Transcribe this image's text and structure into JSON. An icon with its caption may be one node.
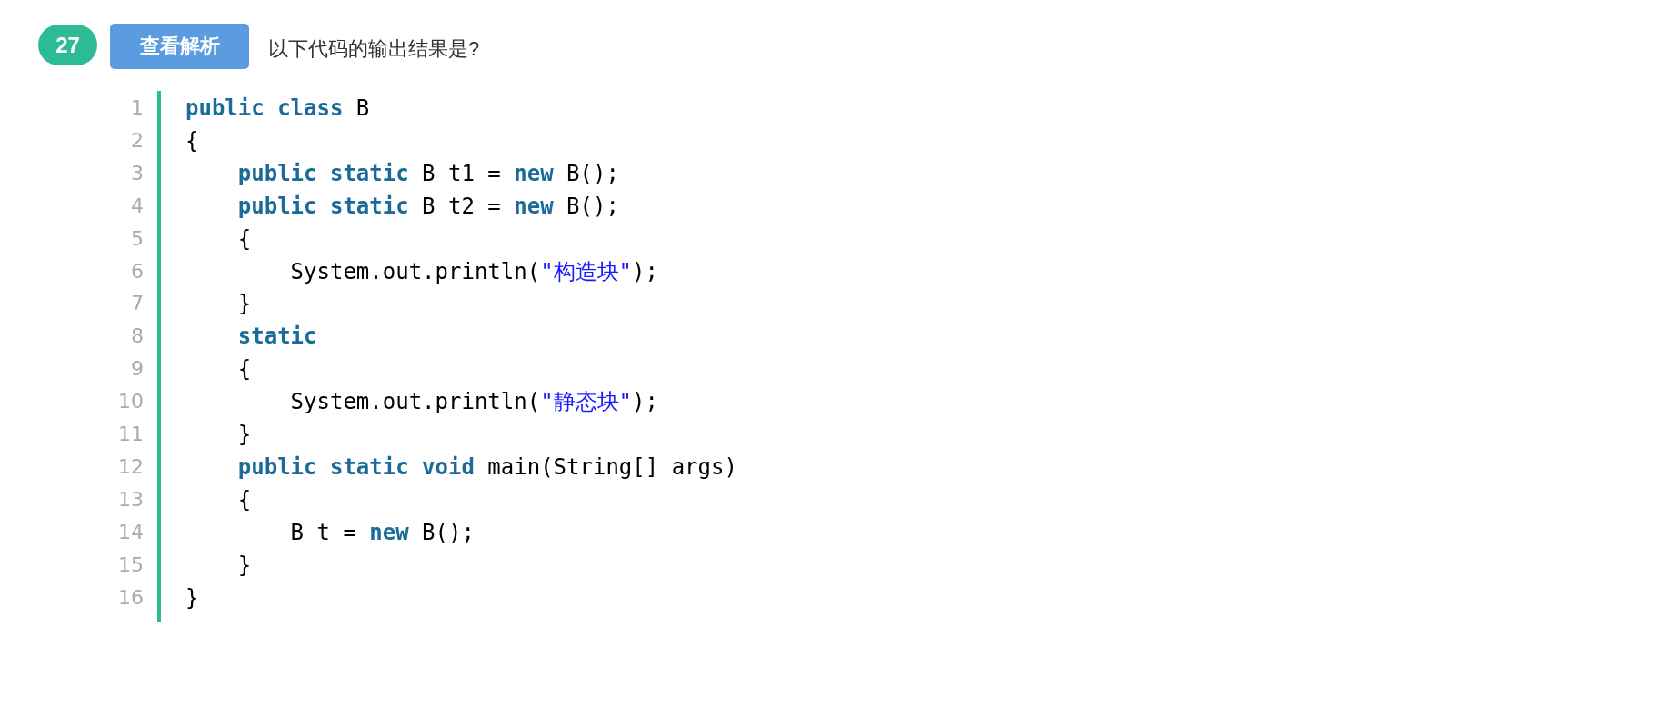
{
  "diagram": {
    "nodes": [
      {
        "text": [
          "27"
        ]
      },
      {
        "text": [
          "查看解析"
        ]
      }
    ],
    "labels": [
      "以下代码的输出结果是?",
      "1",
      "**public class** B",
      "2",
      "{",
      "3",
      "    **public static** B t1 = **new** B();",
      "4",
      "    **public static** B t2 = **new** B();",
      "5",
      "    {",
      "6",
      "        System.out.println(*\"构造块\"*);",
      "7",
      "    }",
      "8",
      "    **static**",
      "9",
      "    {",
      "10",
      "        System.out.println(*\"静态块\"*);",
      "11",
      "    }",
      "12",
      "    **public static void** main(String[] args)",
      "13",
      "    {",
      "14",
      "        B t = **new** B();",
      "15",
      "    }",
      "16",
      "}"
    ]
  }
}
